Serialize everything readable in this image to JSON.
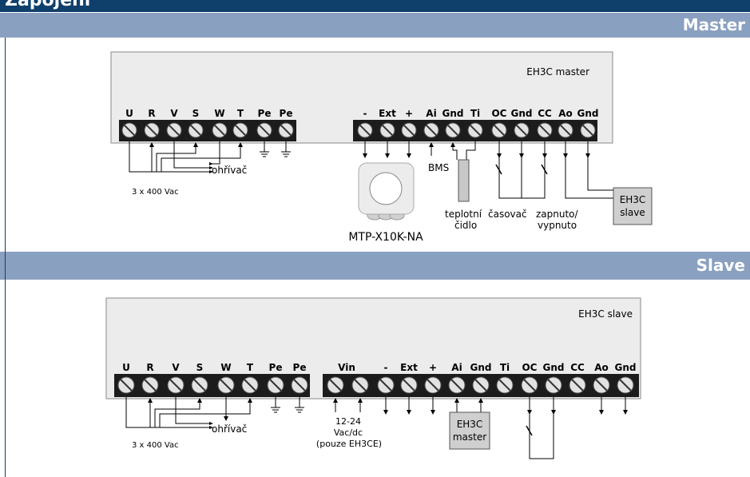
{
  "header": {
    "title": "Zapojení"
  },
  "master": {
    "section_title": "Master",
    "device_label": "EH3C master",
    "power_terminals": [
      "U",
      "R",
      "V",
      "S",
      "W",
      "T",
      "Pe",
      "Pe"
    ],
    "control_terminals": [
      "-",
      "Ext",
      "+",
      "Ai",
      "Gnd",
      "Ti",
      "OC",
      "Gnd",
      "CC",
      "Ao",
      "Gnd"
    ],
    "supply_label": "3 x 400 Vac",
    "heater_label": "ohřívač",
    "bms_label": "BMS",
    "sensor_label_line1": "teplotní",
    "sensor_label_line2": "čidlo",
    "timer_label": "časovač",
    "onoff_line1": "zapnuto/",
    "onoff_line2": "vypnuto",
    "slave_box_line1": "EH3C",
    "slave_box_line2": "slave",
    "controller_label": "MTP-X10K-NA"
  },
  "slave": {
    "section_title": "Slave",
    "device_label": "EH3C slave",
    "power_terminals": [
      "U",
      "R",
      "V",
      "S",
      "W",
      "T",
      "Pe",
      "Pe"
    ],
    "vin_label": "Vin",
    "control_terminals": [
      "-",
      "Ext",
      "+",
      "Ai",
      "Gnd",
      "Ti",
      "OC",
      "Gnd",
      "CC",
      "Ao",
      "Gnd"
    ],
    "supply_label": "3 x 400 Vac",
    "heater_label": "ohřívač",
    "vin_note_line1": "12-24",
    "vin_note_line2": "Vac/dc",
    "vin_note_line3": "(pouze EH3CE)",
    "master_box_line1": "EH3C",
    "master_box_line2": "master"
  },
  "colors": {
    "header_dark": "#0f3f6b",
    "section_bar": "#8aa0c0",
    "panel": "#ececec",
    "strip": "#1c1c1c"
  }
}
